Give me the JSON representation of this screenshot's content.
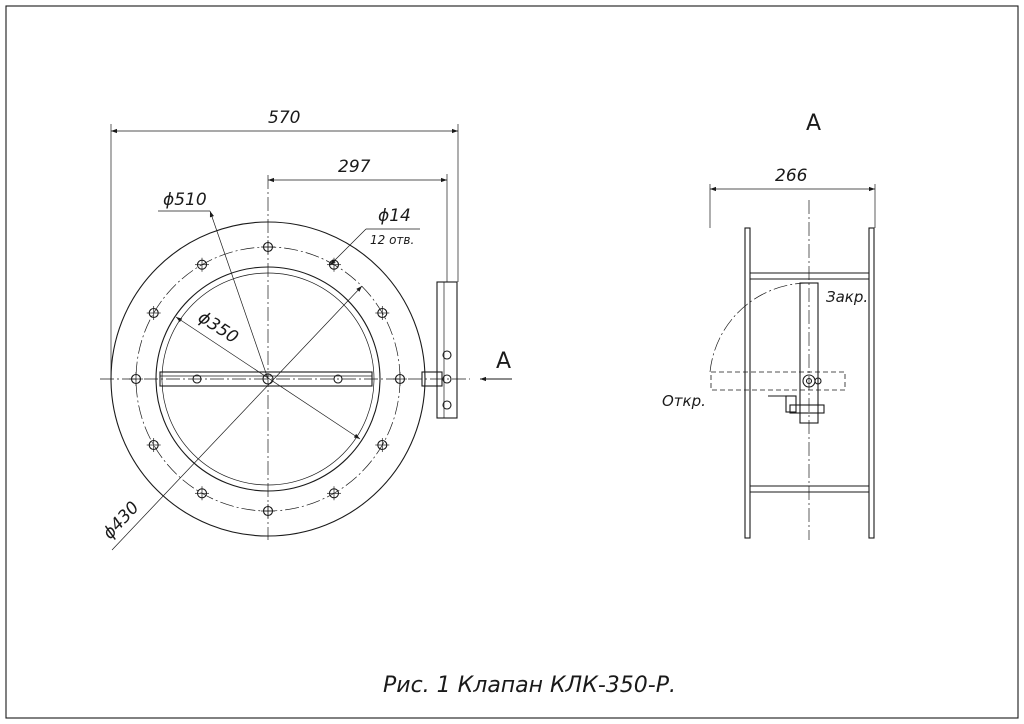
{
  "drawing": {
    "caption": "Рис. 1 Клапан КЛК-350-Р.",
    "front_view": {
      "dim_overall_width": "570",
      "dim_center_to_handle": "297",
      "dim_outer_diameter": "ϕ510",
      "dim_inner_diameter": "ϕ350",
      "dim_bolt_circle": "ϕ430",
      "dim_hole": "ϕ14",
      "hole_count_note": "12 отв.",
      "view_arrow_label": "A"
    },
    "side_view": {
      "view_label": "A",
      "dim_length": "266",
      "label_closed": "Закр.",
      "label_open": "Откр."
    }
  }
}
